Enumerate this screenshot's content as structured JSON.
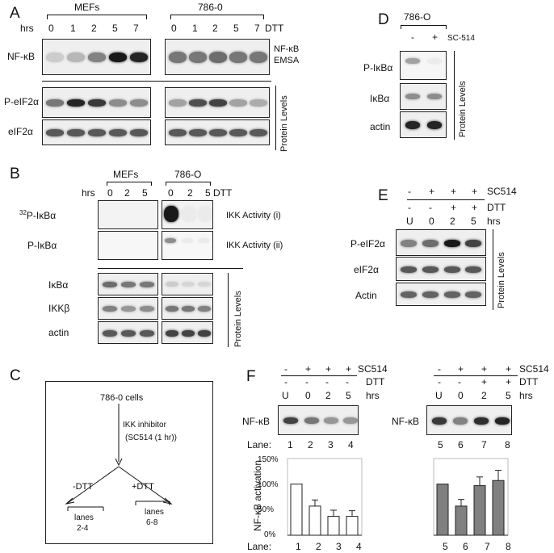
{
  "panels": {
    "A": {
      "letter": "A",
      "group1": "MEFs",
      "group2": "786-0",
      "hrs": "hrs",
      "hours": [
        "0",
        "1",
        "2",
        "5",
        "7"
      ],
      "treatment": "DTT",
      "rows": [
        "NF-κB",
        "P-eIF2α",
        "eIF2α"
      ],
      "emsa_line1": "NF-κB",
      "emsa_line2": "EMSA",
      "protein_levels": "Protein Levels"
    },
    "B": {
      "letter": "B",
      "group1": "MEFs",
      "group2": "786-O",
      "hrs": "hrs",
      "hours": [
        "0",
        "2",
        "5"
      ],
      "treatment": "DTT",
      "rows": [
        "IκBα",
        "IKKβ",
        "actin"
      ],
      "row_p32_sup": "32",
      "row_p32_main": "P-IκBα",
      "row_pikb": "P-IκBα",
      "ikk_i": "IKK Activity (i)",
      "ikk_ii": "IKK Activity (ii)",
      "protein_levels": "Protein Levels"
    },
    "C": {
      "letter": "C",
      "cells": "786-0 cells",
      "inhibitor_line1": "IKK inhibitor",
      "inhibitor_line2": "(SC514 (1 hr))",
      "minus_dtt": "-DTT",
      "plus_dtt": "+DTT",
      "lanes_left_1": "lanes",
      "lanes_left_2": "2-4",
      "lanes_right_1": "lanes",
      "lanes_right_2": "6-8"
    },
    "D": {
      "letter": "D",
      "group": "786-O",
      "signs": [
        "-",
        "+"
      ],
      "treatment": "SC-514",
      "rows": [
        "P-IκBα",
        "IκBα",
        "actin"
      ],
      "protein_levels": "Protein Levels"
    },
    "E": {
      "letter": "E",
      "sc_signs": [
        "-",
        "+",
        "+",
        "+"
      ],
      "sc_label": "SC514",
      "dtt_signs": [
        "-",
        "-",
        "+",
        "+"
      ],
      "dtt_label": "DTT",
      "times": [
        "U",
        "0",
        "2",
        "5"
      ],
      "hrs": "hrs",
      "rows": [
        "P-eIF2α",
        "eIF2α",
        "Actin"
      ],
      "protein_levels": "Protein Levels"
    },
    "F": {
      "letter": "F",
      "left_sc_signs": [
        "-",
        "+",
        "+",
        "+"
      ],
      "left_dtt_signs": [
        "-",
        "-",
        "-",
        "-"
      ],
      "right_sc_signs": [
        "-",
        "+",
        "+",
        "+"
      ],
      "right_dtt_signs": [
        "-",
        "-",
        "+",
        "+"
      ],
      "sc_label": "SC514",
      "dtt_label": "DTT",
      "times": [
        "U",
        "0",
        "2",
        "5"
      ],
      "hrs": "hrs",
      "row": "NF-κB",
      "lane_label": "Lane:",
      "lanes_left": [
        "1",
        "2",
        "3",
        "4"
      ],
      "lanes_right": [
        "5",
        "6",
        "7",
        "8"
      ],
      "ylabel": "NF-κB activation",
      "lane_label_bottom": "Lane:"
    }
  },
  "chart_data": [
    {
      "type": "bar",
      "categories": [
        "1",
        "2",
        "3",
        "4"
      ],
      "values": [
        100,
        57,
        37,
        37
      ],
      "errors": [
        0,
        12,
        12,
        11
      ],
      "ylabel": "NF-κB activation",
      "xlabel": "Lane:",
      "ylim": [
        0,
        150
      ],
      "yticks": [
        "0%",
        "50%",
        "100%",
        "150%"
      ],
      "color": "#ffffff"
    },
    {
      "type": "bar",
      "categories": [
        "5",
        "6",
        "7",
        "8"
      ],
      "values": [
        100,
        57,
        97,
        107
      ],
      "errors": [
        0,
        13,
        17,
        20
      ],
      "ylim": [
        0,
        150
      ],
      "color": "#808080"
    }
  ]
}
